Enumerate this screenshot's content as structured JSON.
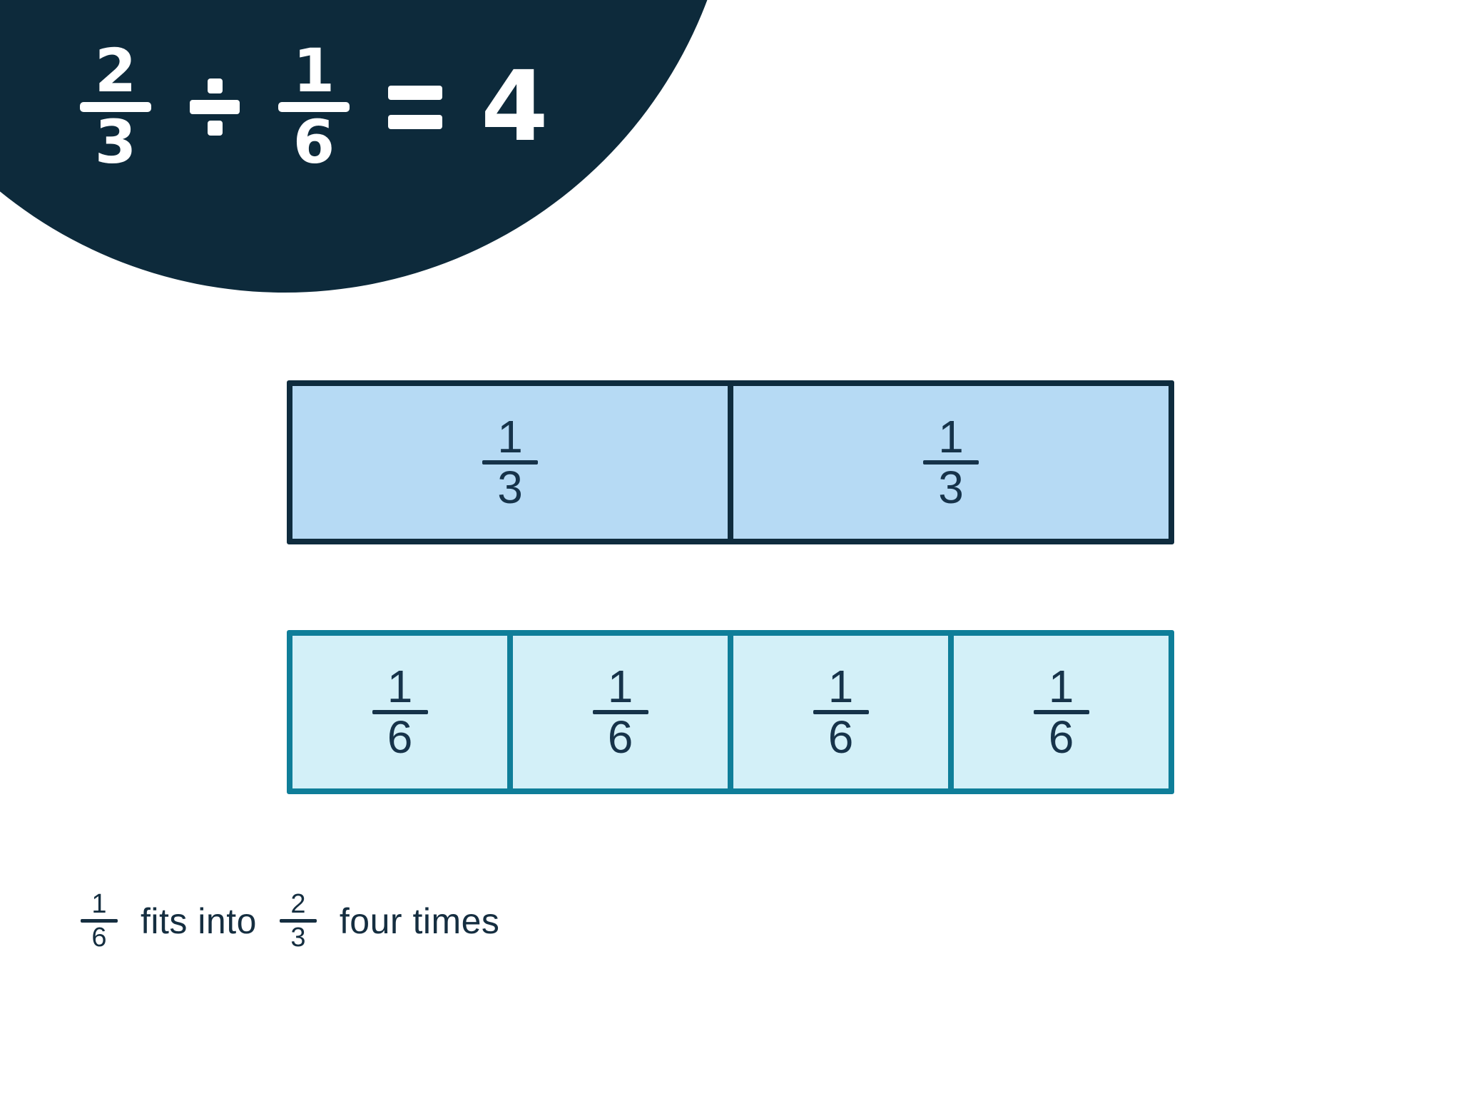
{
  "equation": {
    "dividend": {
      "numerator": "2",
      "denominator": "3"
    },
    "operator": "÷",
    "divisor": {
      "numerator": "1",
      "denominator": "6"
    },
    "equals": "=",
    "result": "4"
  },
  "thirds_bar": {
    "segments": [
      {
        "numerator": "1",
        "denominator": "3"
      },
      {
        "numerator": "1",
        "denominator": "3"
      }
    ]
  },
  "sixths_bar": {
    "segments": [
      {
        "numerator": "1",
        "denominator": "6"
      },
      {
        "numerator": "1",
        "denominator": "6"
      },
      {
        "numerator": "1",
        "denominator": "6"
      },
      {
        "numerator": "1",
        "denominator": "6"
      }
    ]
  },
  "caption": {
    "fraction_divisor": {
      "numerator": "1",
      "denominator": "6"
    },
    "middle_text": "fits into",
    "fraction_dividend": {
      "numerator": "2",
      "denominator": "3"
    },
    "end_text": "four times"
  },
  "colors": {
    "navy": "#0d2a3b",
    "teal_border": "#0f7e99",
    "thirds_fill": "#b6daf4",
    "sixths_fill": "#d3f0f8",
    "numeral_navy": "#16334a",
    "equation_text": "#ffffff"
  }
}
